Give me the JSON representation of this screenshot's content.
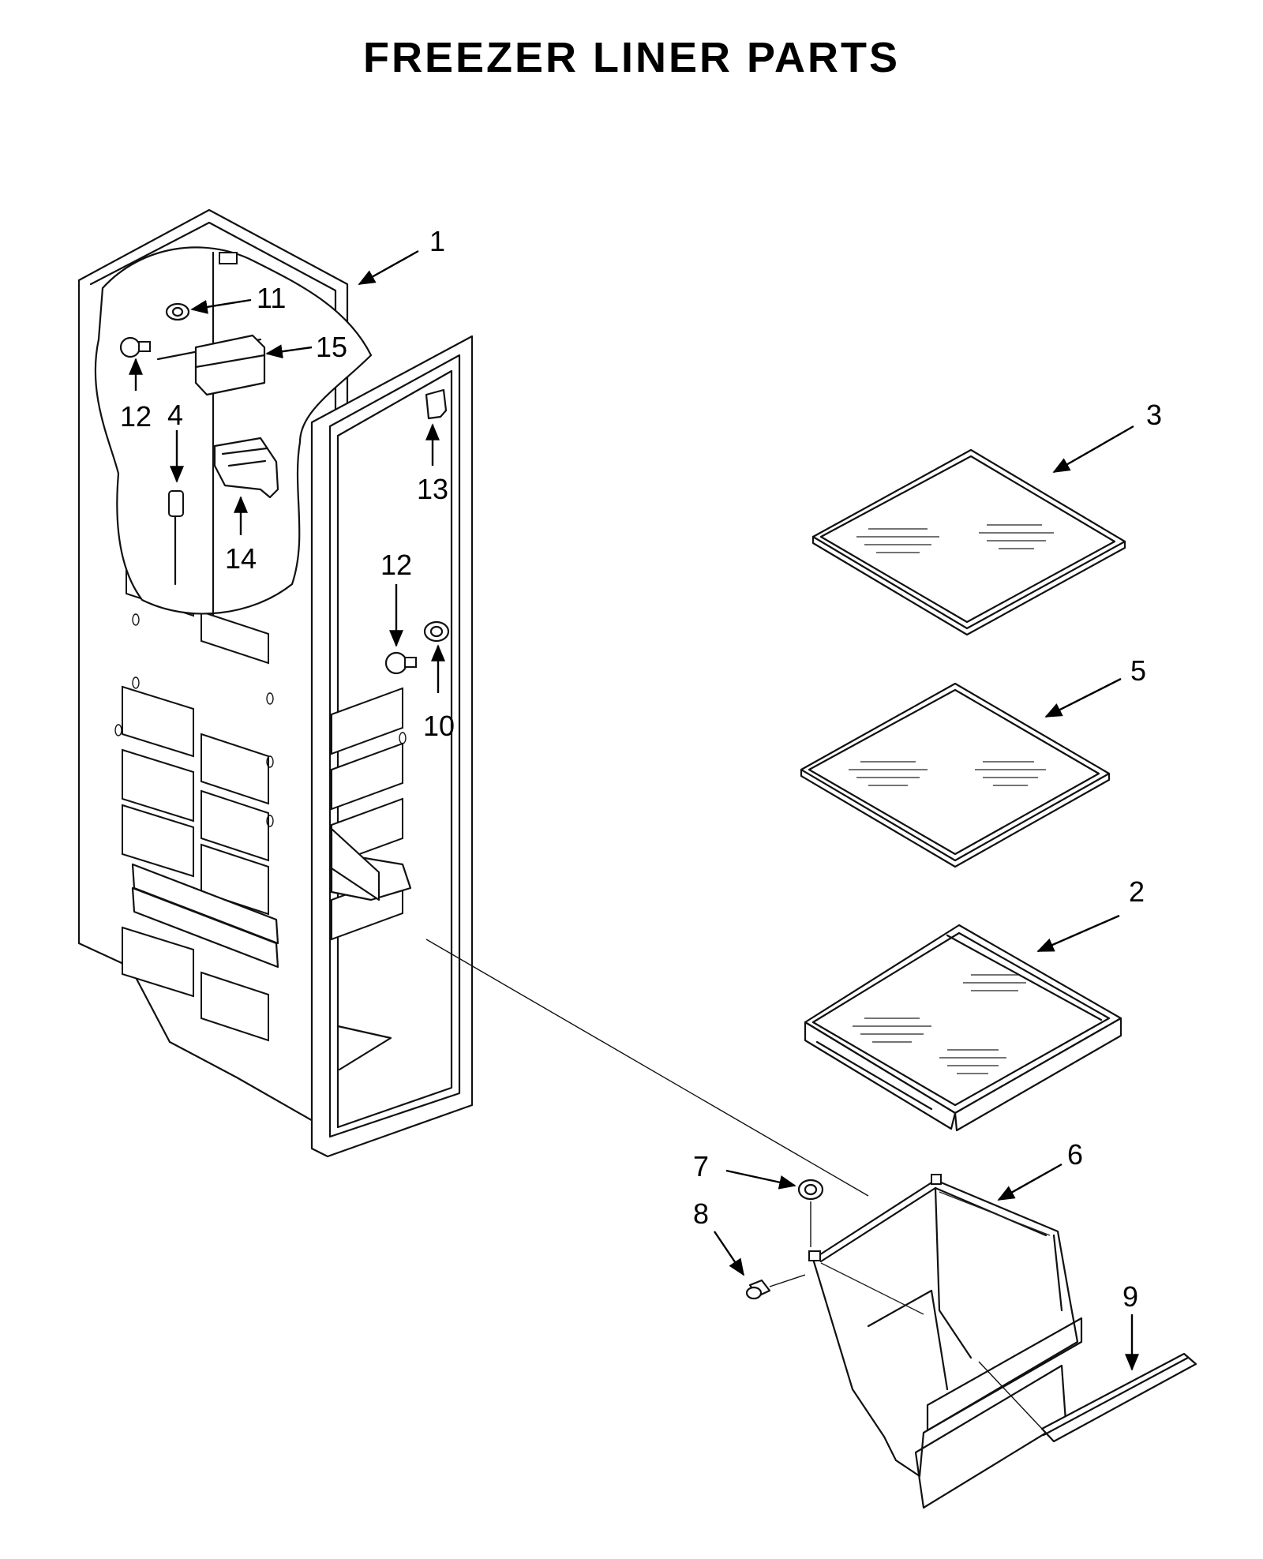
{
  "title": "FREEZER LINER PARTS",
  "callouts": [
    {
      "id": "c1",
      "text": "1"
    },
    {
      "id": "c2",
      "text": "2"
    },
    {
      "id": "c3",
      "text": "3"
    },
    {
      "id": "c4",
      "text": "4"
    },
    {
      "id": "c5",
      "text": "5"
    },
    {
      "id": "c6",
      "text": "6"
    },
    {
      "id": "c7",
      "text": "7"
    },
    {
      "id": "c8",
      "text": "8"
    },
    {
      "id": "c9",
      "text": "9"
    },
    {
      "id": "c10",
      "text": "10"
    },
    {
      "id": "c11",
      "text": "11"
    },
    {
      "id": "c12a",
      "text": "12"
    },
    {
      "id": "c12b",
      "text": "12"
    },
    {
      "id": "c13",
      "text": "13"
    },
    {
      "id": "c14",
      "text": "14"
    },
    {
      "id": "c15",
      "text": "15"
    }
  ]
}
